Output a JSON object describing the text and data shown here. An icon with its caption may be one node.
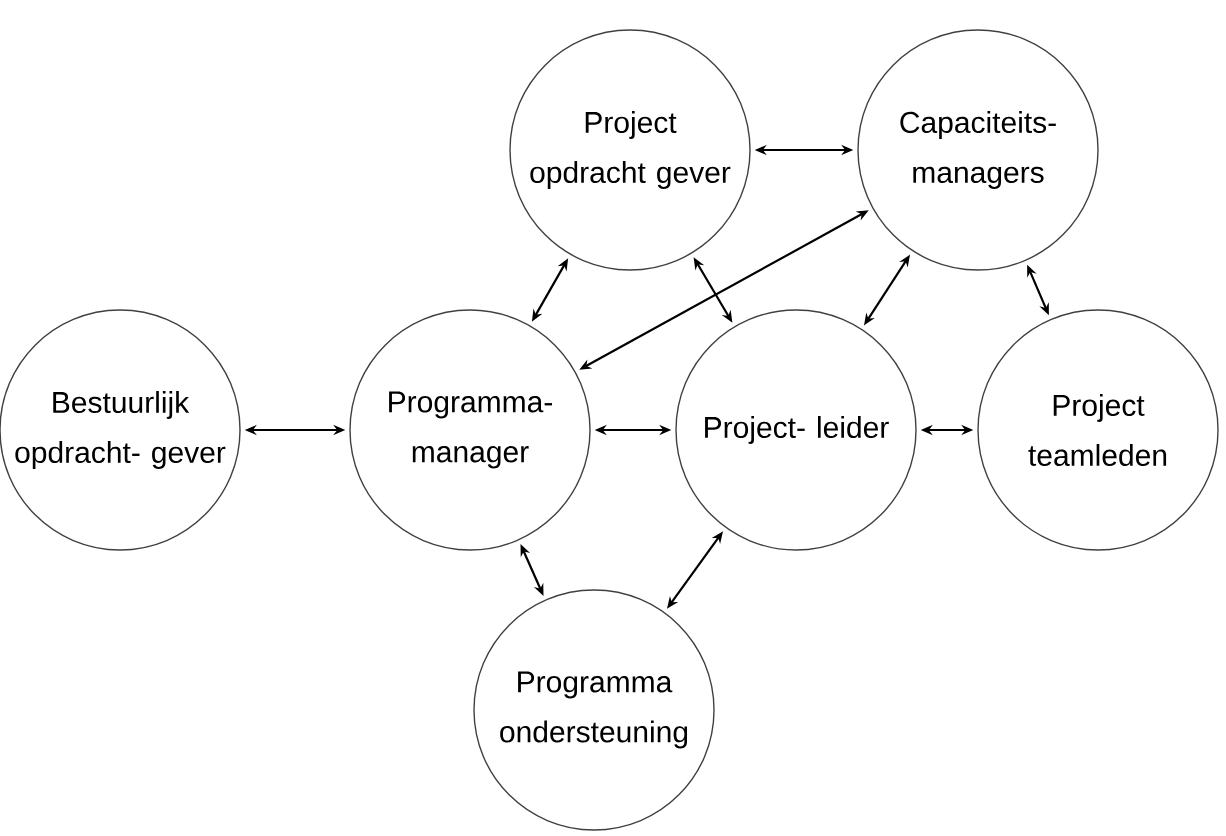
{
  "diagram": {
    "nodes": [
      {
        "text": [
          "Project opdracht gever"
        ]
      },
      {
        "text": [
          "Capaciteits- managers"
        ]
      },
      {
        "text": [
          "Bestuurlijk opdracht- gever"
        ]
      },
      {
        "text": [
          "Programma- manager"
        ]
      },
      {
        "text": [
          "Project- leider"
        ]
      },
      {
        "text": [
          "Project teamleden"
        ]
      },
      {
        "text": [
          "Programma ondersteuning"
        ]
      }
    ],
    "edges": [
      {
        "from": 0,
        "to": 1,
        "arrow": "both"
      },
      {
        "from": 0,
        "to": 3,
        "arrow": "both"
      },
      {
        "from": 0,
        "to": 4,
        "arrow": "both"
      },
      {
        "from": 1,
        "to": 3,
        "arrow": "both"
      },
      {
        "from": 1,
        "to": 4,
        "arrow": "both"
      },
      {
        "from": 1,
        "to": 5,
        "arrow": "both"
      },
      {
        "from": 2,
        "to": 3,
        "arrow": "both"
      },
      {
        "from": 3,
        "to": 4,
        "arrow": "both"
      },
      {
        "from": 4,
        "to": 5,
        "arrow": "both"
      },
      {
        "from": 3,
        "to": 6,
        "arrow": "both"
      },
      {
        "from": 4,
        "to": 6,
        "arrow": "both"
      }
    ]
  }
}
